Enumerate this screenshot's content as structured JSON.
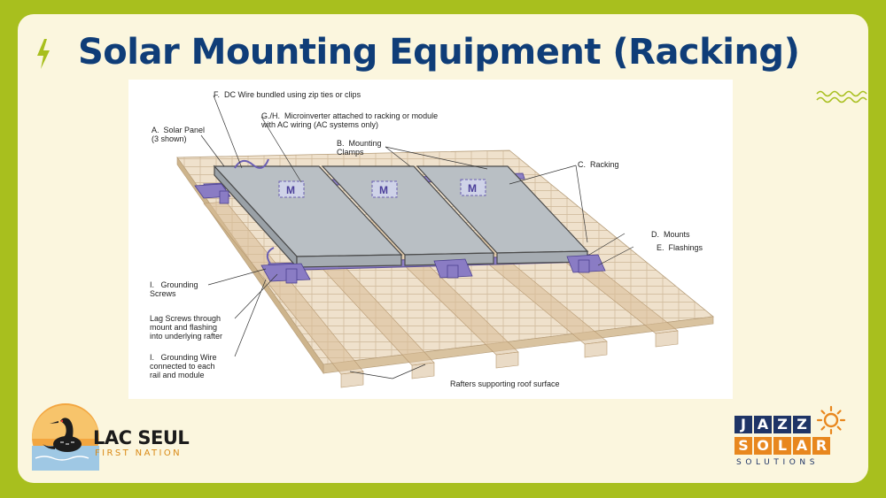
{
  "slide": {
    "title": "Solar Mounting Equipment (Racking)",
    "colors": {
      "frame": "#a8bf1e",
      "card": "#fbf6de",
      "title": "#0f3d78",
      "accent": "#a8bf1e"
    },
    "icons": {
      "title_bullet": "lightning-bolt-icon",
      "decoration": "wave-lines-icon"
    }
  },
  "diagram": {
    "module_marker": "M",
    "callouts": {
      "dc_wire": "F.  DC Wire bundled using zip ties or clips",
      "microinverter": "G./H.  Microinverter attached to racking or module\nwith AC wiring (AC systems only)",
      "solar_panel": "A.  Solar Panel\n(3 shown)",
      "mounting_clamps": "B.  Mounting\nClamps",
      "racking": "C.  Racking",
      "mounts": "D.  Mounts",
      "flashings": "E.  Flashings",
      "grounding_screws": "I.   Grounding\nScrews",
      "lag_screws": "Lag Screws through\nmount and flashing\ninto underlying rafter",
      "grounding_wire": "I.   Grounding Wire\nconnected to each\nrail and module",
      "rafters": "Rafters supporting roof surface"
    }
  },
  "logos": {
    "lac_seul": {
      "name": "LAC SEUL",
      "subtitle": "FIRST NATION",
      "icon": "loon-bird-icon"
    },
    "jazz": {
      "row1": [
        "J",
        "A",
        "Z",
        "Z"
      ],
      "row2": [
        "S",
        "O",
        "L",
        "A",
        "R"
      ],
      "tagline": "SOLUTIONS",
      "icon": "sun-icon",
      "colors": {
        "navy": "#1e3466",
        "orange": "#e8871e"
      }
    }
  }
}
